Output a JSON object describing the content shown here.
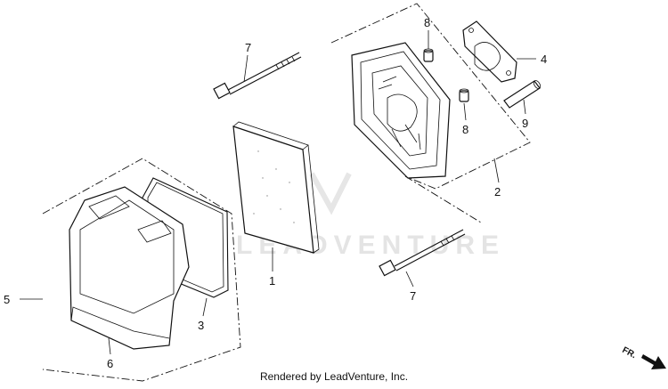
{
  "callouts": [
    {
      "id": "c7a",
      "text": "7"
    },
    {
      "id": "c8a",
      "text": "8"
    },
    {
      "id": "c4",
      "text": "4"
    },
    {
      "id": "c8b",
      "text": "8"
    },
    {
      "id": "c9",
      "text": "9"
    },
    {
      "id": "c2",
      "text": "2"
    },
    {
      "id": "c1",
      "text": "1"
    },
    {
      "id": "c7b",
      "text": "7"
    },
    {
      "id": "c5",
      "text": "5"
    },
    {
      "id": "c3",
      "text": "3"
    },
    {
      "id": "c6",
      "text": "6"
    }
  ],
  "footer": "Rendered by LeadVenture, Inc.",
  "watermark": "LEADVENTURE",
  "direction_mark": "FR.",
  "icons": [
    "bolt-icon",
    "pin-icon",
    "gasket-icon",
    "tube-icon",
    "air-cleaner-case-icon",
    "filter-element-icon",
    "seal-icon",
    "cover-icon",
    "arrow-icon"
  ]
}
